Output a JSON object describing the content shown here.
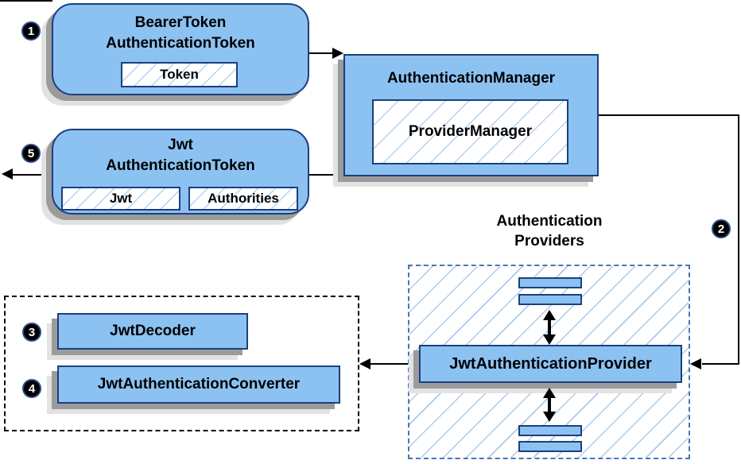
{
  "nodes": {
    "bearer_token": {
      "line1": "BearerToken",
      "line2": "AuthenticationToken",
      "chip": "Token"
    },
    "authentication_manager": {
      "title": "AuthenticationManager",
      "chip": "ProviderManager"
    },
    "jwt_authentication_token": {
      "line1": "Jwt",
      "line2": "AuthenticationToken",
      "chip1": "Jwt",
      "chip2": "Authorities"
    },
    "authentication_providers": {
      "heading_line1": "Authentication",
      "heading_line2": "Providers",
      "provider": "JwtAuthenticationProvider"
    },
    "jwt_decoder": {
      "label": "JwtDecoder"
    },
    "jwt_authentication_converter": {
      "label": "JwtAuthenticationConverter"
    }
  },
  "step_badges": {
    "step1": "1",
    "step2": "2",
    "step3": "3",
    "step4": "4",
    "step5": "5"
  },
  "colors": {
    "node_fill": "#8cc2f2",
    "node_border": "#1d3f7c",
    "hatch_line": "#aecdef",
    "providers_dash_border": "#4678b2",
    "helpers_dash_border": "#000000",
    "shadow_dark": "#9b9b9b",
    "shadow_light": "#e2e2e2",
    "arrow": "#000000",
    "badge_fill": "#000000",
    "badge_text": "#ffffff"
  }
}
